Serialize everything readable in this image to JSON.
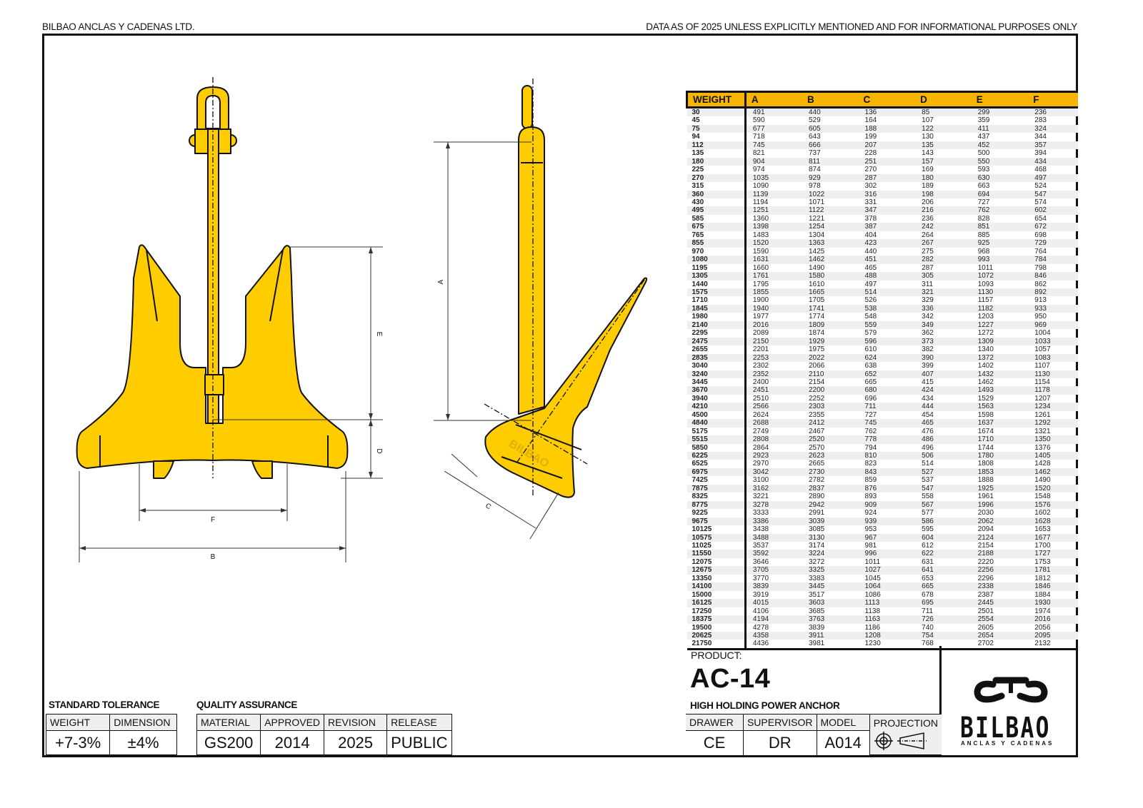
{
  "header": {
    "company": "BILBAO ANCLAS Y CADENAS LTD.",
    "disclaimer": "DATA AS OF 2025 UNLESS EXPLICITLY MENTIONED AND FOR INFORMATIONAL PURPOSES ONLY"
  },
  "drawing": {
    "front_view_labels": {
      "E": "E",
      "D": "D",
      "F": "F",
      "B": "B"
    },
    "side_view_labels": {
      "A": "A",
      "C": "C"
    },
    "watermark": "BILBAO",
    "colors": {
      "anchor_fill": "#ffcc00",
      "outline": "#111111",
      "header_fill": "#f7b500"
    }
  },
  "dimension_table": {
    "columns": [
      "WEIGHT",
      "A",
      "B",
      "C",
      "D",
      "E",
      "F"
    ],
    "rows": [
      [
        "30",
        "491",
        "440",
        "136",
        "85",
        "299",
        "236"
      ],
      [
        "45",
        "590",
        "529",
        "164",
        "107",
        "359",
        "283"
      ],
      [
        "75",
        "677",
        "605",
        "188",
        "122",
        "411",
        "324"
      ],
      [
        "94",
        "718",
        "643",
        "199",
        "130",
        "437",
        "344"
      ],
      [
        "112",
        "745",
        "666",
        "207",
        "135",
        "452",
        "357"
      ],
      [
        "135",
        "821",
        "737",
        "228",
        "143",
        "500",
        "394"
      ],
      [
        "180",
        "904",
        "811",
        "251",
        "157",
        "550",
        "434"
      ],
      [
        "225",
        "974",
        "874",
        "270",
        "169",
        "593",
        "468"
      ],
      [
        "270",
        "1035",
        "929",
        "287",
        "180",
        "630",
        "497"
      ],
      [
        "315",
        "1090",
        "978",
        "302",
        "189",
        "663",
        "524"
      ],
      [
        "360",
        "1139",
        "1022",
        "316",
        "198",
        "694",
        "547"
      ],
      [
        "430",
        "1194",
        "1071",
        "331",
        "206",
        "727",
        "574"
      ],
      [
        "495",
        "1251",
        "1122",
        "347",
        "216",
        "762",
        "602"
      ],
      [
        "585",
        "1360",
        "1221",
        "378",
        "236",
        "828",
        "654"
      ],
      [
        "675",
        "1398",
        "1254",
        "387",
        "242",
        "851",
        "672"
      ],
      [
        "765",
        "1483",
        "1304",
        "404",
        "264",
        "885",
        "698"
      ],
      [
        "855",
        "1520",
        "1363",
        "423",
        "267",
        "925",
        "729"
      ],
      [
        "970",
        "1590",
        "1425",
        "440",
        "275",
        "968",
        "764"
      ],
      [
        "1080",
        "1631",
        "1462",
        "451",
        "282",
        "993",
        "784"
      ],
      [
        "1195",
        "1660",
        "1490",
        "465",
        "287",
        "1011",
        "798"
      ],
      [
        "1305",
        "1761",
        "1580",
        "488",
        "305",
        "1072",
        "846"
      ],
      [
        "1440",
        "1795",
        "1610",
        "497",
        "311",
        "1093",
        "862"
      ],
      [
        "1575",
        "1855",
        "1665",
        "514",
        "321",
        "1130",
        "892"
      ],
      [
        "1710",
        "1900",
        "1705",
        "526",
        "329",
        "1157",
        "913"
      ],
      [
        "1845",
        "1940",
        "1741",
        "538",
        "336",
        "1182",
        "933"
      ],
      [
        "1980",
        "1977",
        "1774",
        "548",
        "342",
        "1203",
        "950"
      ],
      [
        "2140",
        "2016",
        "1809",
        "559",
        "349",
        "1227",
        "969"
      ],
      [
        "2295",
        "2089",
        "1874",
        "579",
        "362",
        "1272",
        "1004"
      ],
      [
        "2475",
        "2150",
        "1929",
        "596",
        "373",
        "1309",
        "1033"
      ],
      [
        "2655",
        "2201",
        "1975",
        "610",
        "382",
        "1340",
        "1057"
      ],
      [
        "2835",
        "2253",
        "2022",
        "624",
        "390",
        "1372",
        "1083"
      ],
      [
        "3040",
        "2302",
        "2066",
        "638",
        "399",
        "1402",
        "1107"
      ],
      [
        "3240",
        "2352",
        "2110",
        "652",
        "407",
        "1432",
        "1130"
      ],
      [
        "3445",
        "2400",
        "2154",
        "665",
        "415",
        "1462",
        "1154"
      ],
      [
        "3670",
        "2451",
        "2200",
        "680",
        "424",
        "1493",
        "1178"
      ],
      [
        "3940",
        "2510",
        "2252",
        "696",
        "434",
        "1529",
        "1207"
      ],
      [
        "4210",
        "2566",
        "2303",
        "711",
        "444",
        "1563",
        "1234"
      ],
      [
        "4500",
        "2624",
        "2355",
        "727",
        "454",
        "1598",
        "1261"
      ],
      [
        "4840",
        "2688",
        "2412",
        "745",
        "465",
        "1637",
        "1292"
      ],
      [
        "5175",
        "2749",
        "2467",
        "762",
        "476",
        "1674",
        "1321"
      ],
      [
        "5515",
        "2808",
        "2520",
        "778",
        "486",
        "1710",
        "1350"
      ],
      [
        "5850",
        "2864",
        "2570",
        "794",
        "496",
        "1744",
        "1376"
      ],
      [
        "6225",
        "2923",
        "2623",
        "810",
        "506",
        "1780",
        "1405"
      ],
      [
        "6525",
        "2970",
        "2665",
        "823",
        "514",
        "1808",
        "1428"
      ],
      [
        "6975",
        "3042",
        "2730",
        "843",
        "527",
        "1853",
        "1462"
      ],
      [
        "7425",
        "3100",
        "2782",
        "859",
        "537",
        "1888",
        "1490"
      ],
      [
        "7875",
        "3162",
        "2837",
        "876",
        "547",
        "1925",
        "1520"
      ],
      [
        "8325",
        "3221",
        "2890",
        "893",
        "558",
        "1961",
        "1548"
      ],
      [
        "8775",
        "3278",
        "2942",
        "909",
        "567",
        "1996",
        "1576"
      ],
      [
        "9225",
        "3333",
        "2991",
        "924",
        "577",
        "2030",
        "1602"
      ],
      [
        "9675",
        "3386",
        "3039",
        "939",
        "586",
        "2062",
        "1628"
      ],
      [
        "10125",
        "3438",
        "3085",
        "953",
        "595",
        "2094",
        "1653"
      ],
      [
        "10575",
        "3488",
        "3130",
        "967",
        "604",
        "2124",
        "1677"
      ],
      [
        "11025",
        "3537",
        "3174",
        "981",
        "612",
        "2154",
        "1700"
      ],
      [
        "11550",
        "3592",
        "3224",
        "996",
        "622",
        "2188",
        "1727"
      ],
      [
        "12075",
        "3646",
        "3272",
        "1011",
        "631",
        "2220",
        "1753"
      ],
      [
        "12675",
        "3705",
        "3325",
        "1027",
        "641",
        "2256",
        "1781"
      ],
      [
        "13350",
        "3770",
        "3383",
        "1045",
        "653",
        "2296",
        "1812"
      ],
      [
        "14100",
        "3839",
        "3445",
        "1064",
        "665",
        "2338",
        "1846"
      ],
      [
        "15000",
        "3919",
        "3517",
        "1086",
        "678",
        "2387",
        "1884"
      ],
      [
        "16125",
        "4015",
        "3603",
        "1113",
        "695",
        "2445",
        "1930"
      ],
      [
        "17250",
        "4106",
        "3685",
        "1138",
        "711",
        "2501",
        "1974"
      ],
      [
        "18375",
        "4194",
        "3763",
        "1163",
        "726",
        "2554",
        "2016"
      ],
      [
        "19500",
        "4278",
        "3839",
        "1186",
        "740",
        "2605",
        "2056"
      ],
      [
        "20625",
        "4358",
        "3911",
        "1208",
        "754",
        "2654",
        "2095"
      ],
      [
        "21750",
        "4436",
        "3981",
        "1230",
        "768",
        "2702",
        "2132"
      ]
    ]
  },
  "title_block": {
    "product_label": "PRODUCT:",
    "product_code": "AC-14",
    "product_name": "HIGH HOLDING POWER ANCHOR",
    "headers": {
      "drawer": "DRAWER",
      "supervisor": "SUPERVISOR",
      "model": "MODEL",
      "projection": "PROJECTION"
    },
    "values": {
      "drawer": "CE",
      "supervisor": "DR",
      "model": "A014"
    },
    "projection_icon": "first-angle-projection-icon"
  },
  "logo": {
    "word": "BILBAO",
    "sub": "ANCLAS Y CADENAS",
    "icon": "chain-link-icon"
  },
  "standard_tolerance": {
    "title": "STANDARD TOLERANCE",
    "headers": {
      "weight": "WEIGHT",
      "dimension": "DIMENSION"
    },
    "values": {
      "weight": "+7-3%",
      "dimension": "±4%"
    }
  },
  "quality_assurance": {
    "title": "QUALITY ASSURANCE",
    "headers": {
      "material": "MATERIAL",
      "approved": "APPROVED",
      "revision": "REVISION",
      "release": "RELEASE"
    },
    "values": {
      "material": "GS200",
      "approved": "2014",
      "revision": "2025",
      "release": "PUBLIC"
    }
  }
}
